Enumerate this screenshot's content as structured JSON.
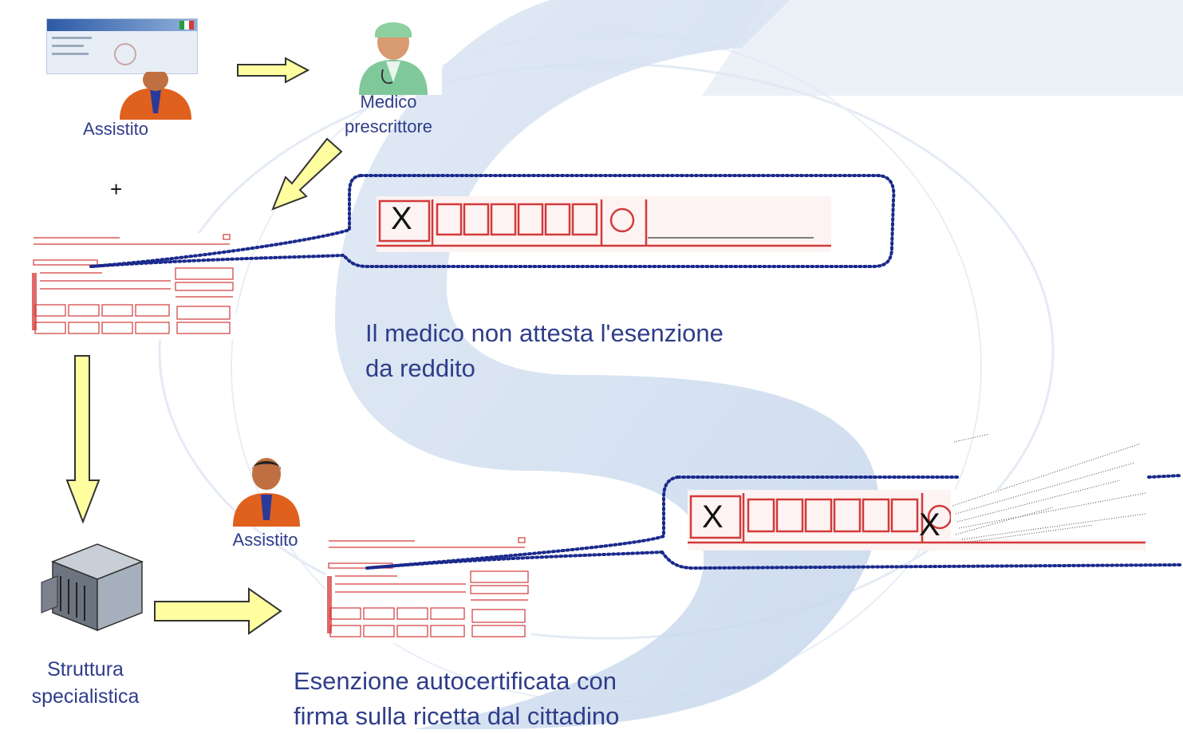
{
  "labels": {
    "assistito_top": "Assistito",
    "medico": "Medico\nprescrittore",
    "plus": "+",
    "assistito_bottom": "Assistito",
    "struttura": "Struttura\nspecialistica"
  },
  "captions": {
    "top": "Il medico non attesta l'esenzione\nda reddito",
    "bottom": "Esenzione autocertificata con\nfirma sulla ricetta dal cittadino"
  },
  "strip_marks": {
    "top": "X",
    "bottom_left": "X",
    "bottom_right": "X"
  },
  "colors": {
    "text": "#2f3d8a",
    "arrow_fill": "#ffffa0",
    "arrow_stroke": "#333333",
    "callout": "#1a2a8c",
    "form_red": "#d33a3a"
  }
}
